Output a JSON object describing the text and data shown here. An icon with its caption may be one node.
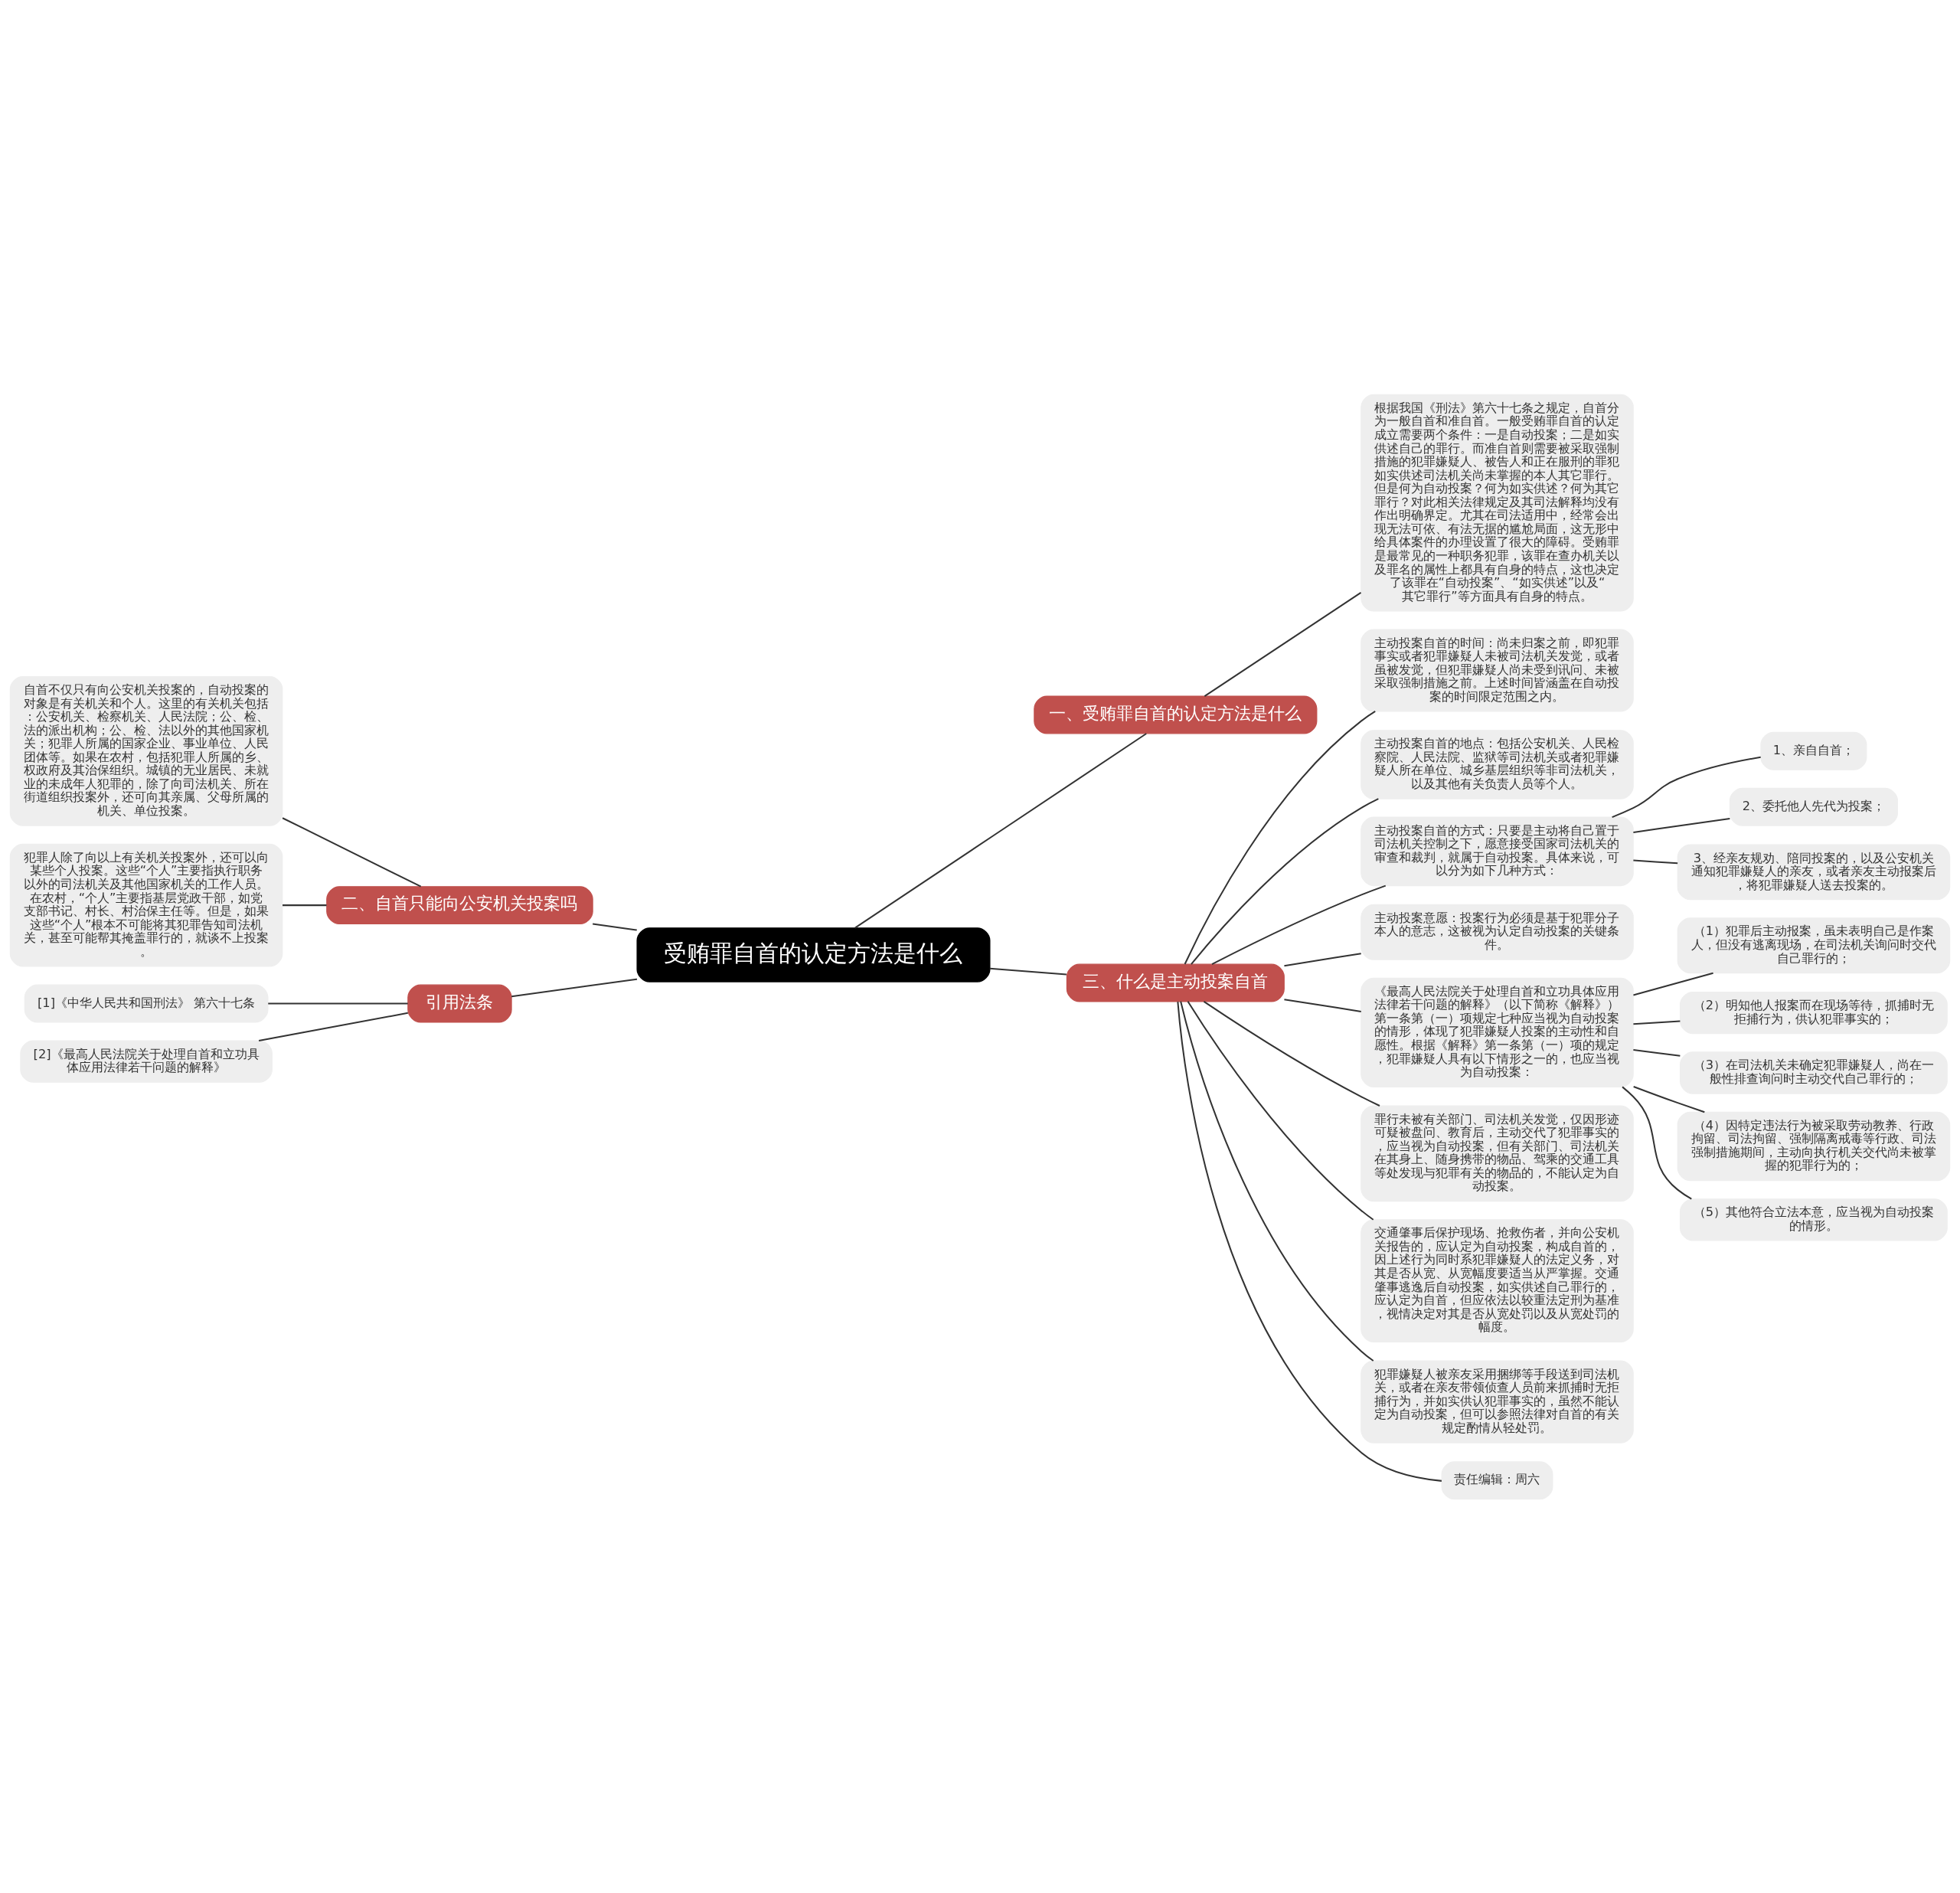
{
  "diagram": {
    "nodes": [
      {
        "text": [
          "受贿罪自首的认定方法是什么"
        ]
      },
      {
        "text": [
          "一、受贿罪自首的认定方法是什么"
        ]
      },
      {
        "text": [
          "根据我国《刑法》第六十七条之规定，自首分为一般自首和准自首。一般受贿罪自首的认定成立需要两个条件：一是自动投案；二是如实供述自己的罪行。而准自首则需要被采取强制措施的犯罪嫌疑人、被告人和正在服刑的罪犯如实供述司法机关尚未掌握的本人其它罪行。但是何为自动投案？何为如实供述？何为其它罪行？对此相关法律规定及其司法解释均没有作出明确界定。尤其在司法适用中，经常会出现无法可依、有法无据的尴尬局面，这无形中给具体案件的办理设置了很大的障碍。受贿罪是最常见的一种职务犯罪，该罪在查办机关以及罪名的属性上都具有自身的特点，这也决定了该罪在“自动投案”、“如实供述”以及“其它罪行”等方面具有自身的特点。"
        ]
      },
      {
        "text": [
          "二、自首只能向公安机关投案吗"
        ]
      },
      {
        "text": [
          "自首不仅只有向公安机关投案的，自动投案的对象是有关机关和个人。这里的有关机关包括：公安机关、检察机关、人民法院；公、检、法的派出机构；公、检、法以外的其他国家机关；犯罪人所属的国家企业、事业单位、人民团体等。如果在农村，包括犯罪人所属的乡、权政府及其治保组织。城镇的无业居民、未就业的未成年人犯罪的，除了向司法机关、所在街道组织投案外，还可向其亲属、父母所属的机关、单位投案。"
        ]
      },
      {
        "text": [
          "犯罪人除了向以上有关机关投案外，还可以向某些个人投案。这些“个人”主要指执行职务以外的司法机关及其他国家机关的工作人员。在农村，“个人”主要指基层党政干部，如党支部书记、村长、村治保主任等。但是，如果这些“个人”根本不可能将其犯罪告知司法机关，甚至可能帮其掩盖罪行的，就谈不上投案。"
        ]
      },
      {
        "text": [
          "引用法条"
        ]
      },
      {
        "text": [
          "[1]《中华人民共和国刑法》 第六十七条"
        ]
      },
      {
        "text": [
          "[2]《最高人民法院关于处理自首和立功具体应用法律若干问题的解释》"
        ]
      },
      {
        "text": [
          "三、什么是主动投案自首"
        ]
      },
      {
        "text": [
          "主动投案自首的时间：尚未归案之前，即犯罪事实或者犯罪嫌疑人未被司法机关发觉，或者虽被发觉，但犯罪嫌疑人尚未受到讯问、未被采取强制措施之前。上述时间皆涵盖在自动投案的时间限定范围之内。"
        ]
      },
      {
        "text": [
          "主动投案自首的地点：包括公安机关、人民检察院、人民法院、监狱等司法机关或者犯罪嫌疑人所在单位、城乡基层组织等非司法机关，以及其他有关负责人员等个人。"
        ]
      },
      {
        "text": [
          "主动投案自首的方式：只要是主动将自己置于司法机关控制之下，愿意接受国家司法机关的审查和裁判，就属于自动投案。具体来说，可以分为如下几种方式："
        ]
      },
      {
        "text": [
          "1、亲自自首；"
        ]
      },
      {
        "text": [
          "2、委托他人先代为投案；"
        ]
      },
      {
        "text": [
          "3、经亲友规劝、陪同投案的，以及公安机关通知犯罪嫌疑人的亲友，或者亲友主动报案后，将犯罪嫌疑人送去投案的。"
        ]
      },
      {
        "text": [
          "主动投案意愿：投案行为必须是基于犯罪分子本人的意志，这被视为认定自动投案的关键条件。"
        ]
      },
      {
        "text": [
          "《最高人民法院关于处理自首和立功具体应用法律若干问题的解释》（以下简称《解释》）第一条第（一）项规定七种应当视为自动投案的情形，体现了犯罪嫌疑人投案的主动性和自愿性。根据《解释》第一条第（一）项的规定，犯罪嫌疑人具有以下情形之一的，也应当视为自动投案："
        ]
      },
      {
        "text": [
          "（1）犯罪后主动报案，虽未表明自己是作案人，但没有逃离现场，在司法机关询问时交代自己罪行的；"
        ]
      },
      {
        "text": [
          "（2）明知他人报案而在现场等待，抓捕时无拒捕行为，供认犯罪事实的；"
        ]
      },
      {
        "text": [
          "（3）在司法机关未确定犯罪嫌疑人，尚在一般性排查询问时主动交代自己罪行的；"
        ]
      },
      {
        "text": [
          "（4）因特定违法行为被采取劳动教养、行政拘留、司法拘留、强制隔离戒毒等行政、司法强制措施期间，主动向执行机关交代尚未被掌握的犯罪行为的；"
        ]
      },
      {
        "text": [
          "（5）其他符合立法本意，应当视为自动投案的情形。"
        ]
      },
      {
        "text": [
          "罪行未被有关部门、司法机关发觉，仅因形迹可疑被盘问、教育后，主动交代了犯罪事实的，应当视为自动投案，但有关部门、司法机关在其身上、随身携带的物品、驾乘的交通工具等处发现与犯罪有关的物品的，不能认定为自动投案。"
        ]
      },
      {
        "text": [
          "交通肇事后保护现场、抢救伤者，并向公安机关报告的，应认定为自动投案，构成自首的，因上述行为同时系犯罪嫌疑人的法定义务，对其是否从宽、从宽幅度要适当从严掌握。交通肇事逃逸后自动投案，如实供述自己罪行的，应认定为自首，但应依法以较重法定刑为基准，视情决定对其是否从宽处罚以及从宽处罚的幅度。"
        ]
      },
      {
        "text": [
          "犯罪嫌疑人被亲友采用捆绑等手段送到司法机关，或者在亲友带领侦查人员前来抓捕时无拒捕行为，并如实供认犯罪事实的，虽然不能认定为自动投案，但可以参照法律对自首的有关规定酌情从轻处罚。"
        ]
      },
      {
        "text": [
          "责任编辑：周六"
        ]
      }
    ],
    "edges": [
      {
        "from": 0,
        "to": 1,
        "arrow": "none"
      },
      {
        "from": 1,
        "to": 2,
        "arrow": "none"
      },
      {
        "from": 0,
        "to": 3,
        "arrow": "none"
      },
      {
        "from": 3,
        "to": 4,
        "arrow": "none"
      },
      {
        "from": 3,
        "to": 5,
        "arrow": "none"
      },
      {
        "from": 0,
        "to": 6,
        "arrow": "none"
      },
      {
        "from": 6,
        "to": 7,
        "arrow": "none"
      },
      {
        "from": 6,
        "to": 8,
        "arrow": "none"
      },
      {
        "from": 0,
        "to": 9,
        "arrow": "none"
      },
      {
        "from": 9,
        "to": 10,
        "arrow": "none"
      },
      {
        "from": 9,
        "to": 11,
        "arrow": "none"
      },
      {
        "from": 9,
        "to": 12,
        "arrow": "none"
      },
      {
        "from": 12,
        "to": 13,
        "arrow": "none"
      },
      {
        "from": 12,
        "to": 14,
        "arrow": "none"
      },
      {
        "from": 12,
        "to": 15,
        "arrow": "none"
      },
      {
        "from": 9,
        "to": 16,
        "arrow": "none"
      },
      {
        "from": 9,
        "to": 17,
        "arrow": "none"
      },
      {
        "from": 17,
        "to": 18,
        "arrow": "none"
      },
      {
        "from": 17,
        "to": 19,
        "arrow": "none"
      },
      {
        "from": 17,
        "to": 20,
        "arrow": "none"
      },
      {
        "from": 17,
        "to": 21,
        "arrow": "none"
      },
      {
        "from": 17,
        "to": 22,
        "arrow": "none"
      },
      {
        "from": 9,
        "to": 23,
        "arrow": "none"
      },
      {
        "from": 9,
        "to": 24,
        "arrow": "none"
      },
      {
        "from": 9,
        "to": 25,
        "arrow": "none"
      },
      {
        "from": 9,
        "to": 26,
        "arrow": "none"
      }
    ]
  }
}
